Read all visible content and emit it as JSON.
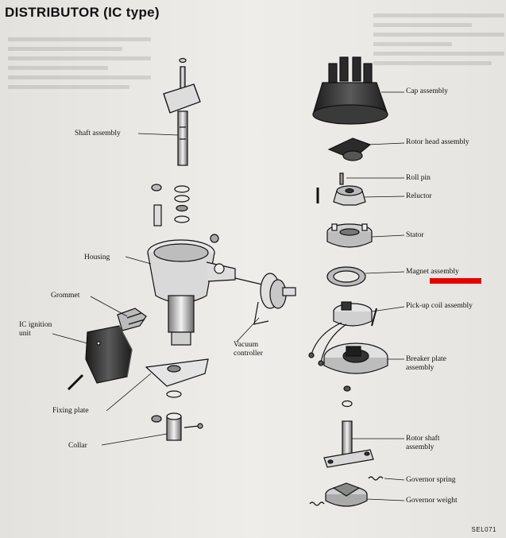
{
  "title": "DISTRIBUTOR (IC type)",
  "reference_code": "SEL071",
  "highlight_color": "#e60000",
  "labels": {
    "shaft_assembly": "Shaft assembly",
    "housing": "Housing",
    "grommet": "Grommet",
    "ic_ignition_unit_line1": "IC ignition",
    "ic_ignition_unit_line2": "unit",
    "vacuum_controller_line1": "Vacuum",
    "vacuum_controller_line2": "controller",
    "fixing_plate": "Fixing plate",
    "collar": "Collar",
    "cap_assembly": "Cap assembly",
    "rotor_head_assembly": "Rotor head assembly",
    "roll_pin": "Roll pin",
    "reluctor": "Reluctor",
    "stator": "Stator",
    "magnet_assembly": "Magnet assembly",
    "pickup_coil_assembly": "Pick-up coil assembly",
    "breaker_plate_line1": "Breaker plate",
    "breaker_plate_line2": "assembly",
    "rotor_shaft_line1": "Rotor shaft",
    "rotor_shaft_line2": "assembly",
    "governor_spring": "Governor spring",
    "governor_weight": "Governor weight"
  }
}
